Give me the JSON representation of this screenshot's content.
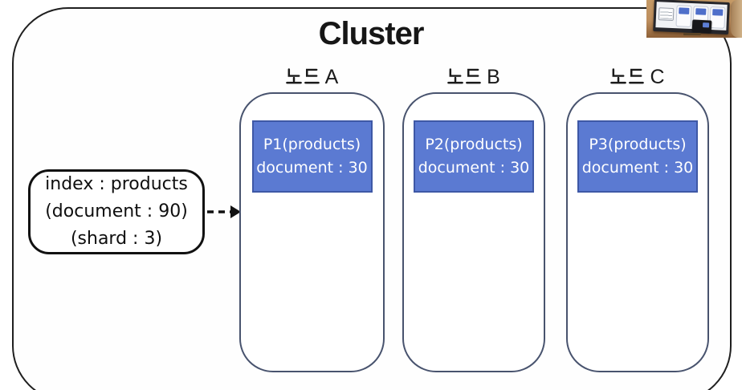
{
  "title": "Cluster",
  "index_box": {
    "line1": "index : products",
    "line2": "(document : 90)",
    "line3": "(shard : 3)"
  },
  "arrow": {
    "style": "dashed",
    "direction": "right"
  },
  "nodes": [
    {
      "label": "노드 A",
      "hangul": "노드",
      "letter": "A",
      "shard": {
        "name": "P1(products)",
        "documents": "document : 30"
      }
    },
    {
      "label": "노드 B",
      "hangul": "노드",
      "letter": "B",
      "shard": {
        "name": "P2(products)",
        "documents": "document : 30"
      }
    },
    {
      "label": "노드 C",
      "hangul": "노드",
      "letter": "C",
      "shard": {
        "name": "P3(products)",
        "documents": "document : 30"
      }
    }
  ],
  "colors": {
    "shard_fill": "#5b7ad2",
    "shard_border": "#3e58a6",
    "shard_text": "#ffffff",
    "node_border": "#48536e",
    "cluster_border": "#1f1f1f",
    "text": "#131313"
  },
  "webcam": {
    "name": "presenter-video-thumbnail"
  }
}
